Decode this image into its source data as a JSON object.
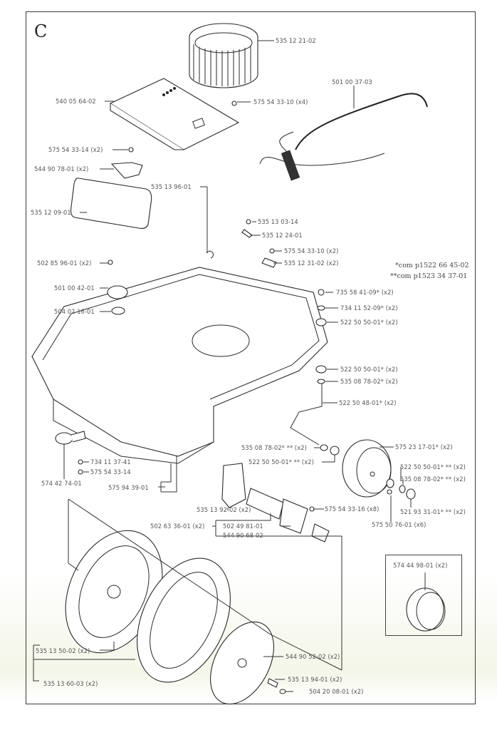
{
  "section": "C",
  "notes": {
    "single_star": "*com p1522 66 45-02",
    "double_star": "**com p1523 34 37-01"
  },
  "labels": {
    "drive_ring": "535 12 21-02",
    "circuit_board": "540 05 64-02",
    "screw_board": "575 54 33-10 (x4)",
    "wire_harness": "501 00 37-03",
    "screw_bracket": "575 54 33-14 (x2)",
    "battery_bracket": "544 90 78-01 (x2)",
    "hook": "535 13 96-01",
    "battery": "535 12 09-01",
    "screw_a": "535 13 03-14",
    "clip_a": "535 12 24-01",
    "screw_b": "575 54 33-10 (x2)",
    "plate_b": "535 12 31-02 (x2)",
    "screw_sensor": "502 85 96-01 (x2)",
    "sensor": "501 00 42-01",
    "sensor_ring": "504 02 16-01",
    "washer_front": "735 58 41-09* (x2)",
    "washer_front2": "734 11 52-09* (x2)",
    "bearing_front": "522 50 50-01* (x2)",
    "bearing_lower": "522 50 50-01* (x2)",
    "washer_lower": "535 08 78-02* (x2)",
    "wheel_axle": "522 50 48-01* (x2)",
    "washer_axle": "535 08 78-02* ** (x2)",
    "bearing_axle": "522 50 50-01* ** (x2)",
    "front_wheel": "575 23 17-01* (x2)",
    "bearing_wheel": "522 50 50-01* ** (x2)",
    "washer_wheel": "535 08 78-02* ** (x2)",
    "cap_wheel": "521 93 31-01* ** (x2)",
    "screw_nut": "575 50 76-01 (x6)",
    "washer_charge": "734 11 37-41",
    "screw_charge": "575 54 33-14",
    "charge_contact": "574 42 74-01",
    "chassis": "575 94 39-01",
    "gasket": "535 13 92-02 (x2)",
    "screw_motor": "575 54 33-16 (x8)",
    "motor_assy": "502 63 36-01 (x2)",
    "motor": "502 49 81-01",
    "gearbox": "544 90 68-02",
    "alt_wheel": "574 44 98-01 (x2)",
    "rim": "535 13 50-02 (x2)",
    "tire": "535 13 60-03 (x2)",
    "hubcap": "544 90 52-02 (x2)",
    "hub_screw": "535 13 94-01 (x2)",
    "hub_ring": "504 20 08-01 (x2)"
  }
}
